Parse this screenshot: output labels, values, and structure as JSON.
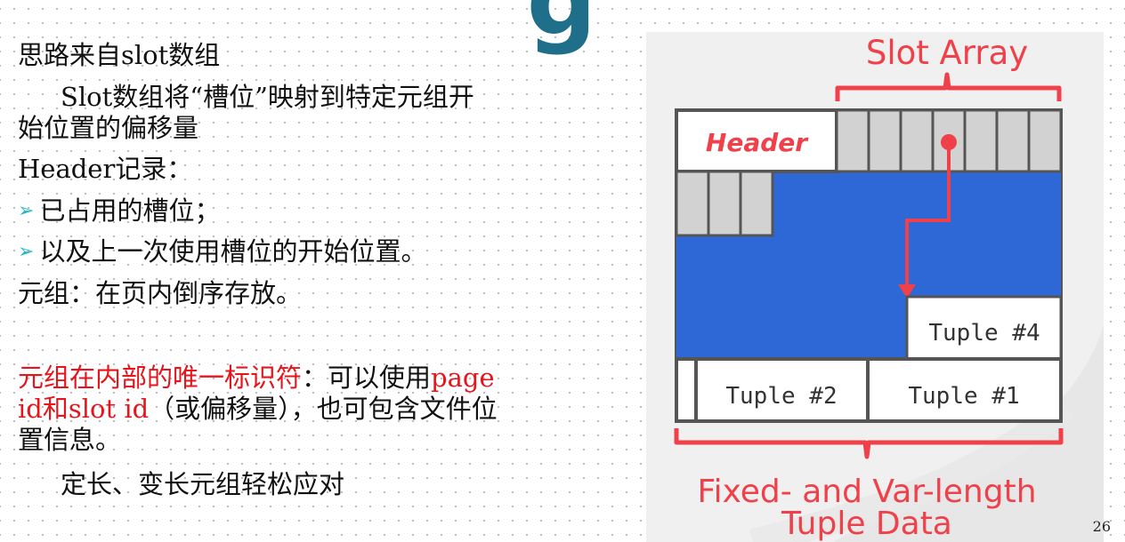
{
  "slide": {
    "title_fragment": "g",
    "page_number": "26",
    "lines": {
      "l1": "思路来自slot数组",
      "l2": "Slot数组将“槽位”映射到特定元组开",
      "l3": "始位置的偏移量",
      "l4": "Header记录：",
      "l5": "已占用的槽位；",
      "l6": "以及上一次使用槽位的开始位置。",
      "l7": "元组：在页内倒序存放。",
      "l8a": "元组在内部的唯一标识符",
      "l8b": "：可以使用",
      "l8c": "page",
      "l9a": "id和slot id",
      "l9b": "（或偏移量），也可包含文件位",
      "l10": "置信息。",
      "l11": "定长、变长元组轻松应对"
    }
  },
  "figure": {
    "top_label": "Slot Array",
    "header_label": "Header",
    "tuple4": "Tuple #4",
    "tuple2": "Tuple #2",
    "tuple1": "Tuple #1",
    "bottom_label_1": "Fixed- and Var-length",
    "bottom_label_2": "Tuple Data",
    "colors": {
      "accent_red": "#f0404a",
      "block_blue": "#2e67d6",
      "slot_gray": "#d2d2d2",
      "border": "#555555"
    }
  }
}
